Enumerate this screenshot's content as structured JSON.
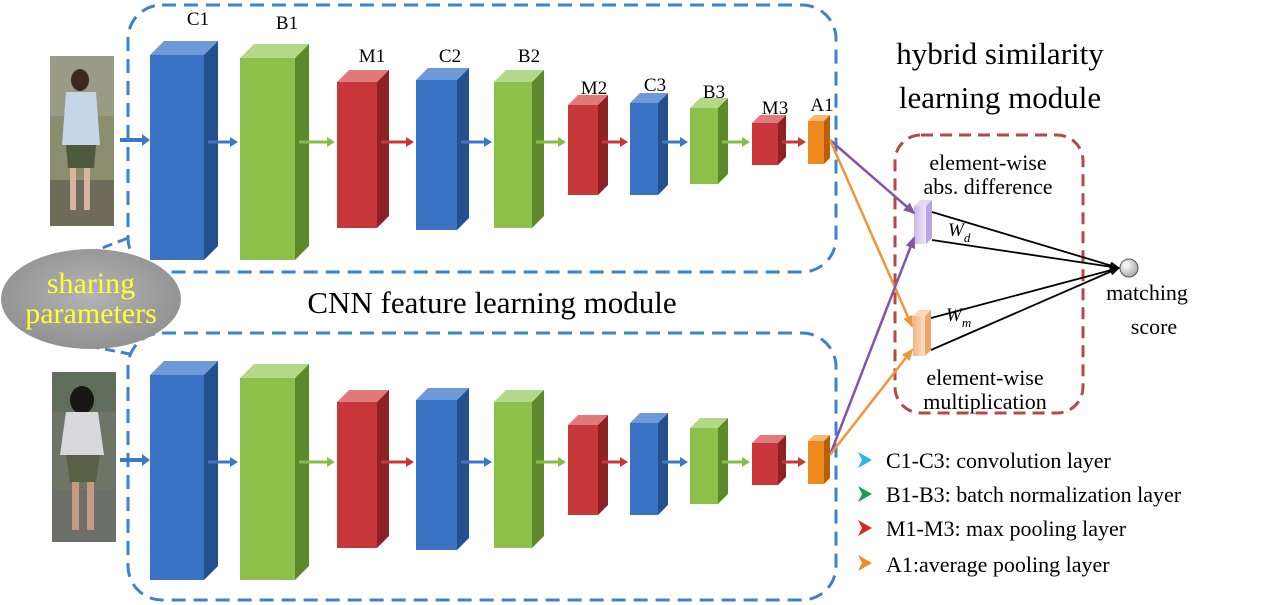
{
  "titles": {
    "hybrid_line1": "hybrid similarity",
    "hybrid_line2": "learning module",
    "cnn_module": "CNN feature learning module"
  },
  "sharing": {
    "line1": "sharing",
    "line2": "parameters"
  },
  "layer_labels": {
    "C1": "C1",
    "B1": "B1",
    "M1": "M1",
    "C2": "C2",
    "B2": "B2",
    "M2": "M2",
    "C3": "C3",
    "B3": "B3",
    "M3": "M3",
    "A1": "A1"
  },
  "similarity": {
    "diff_line1": "element-wise",
    "diff_line2": "abs. difference",
    "mult_line1": "element-wise",
    "mult_line2": "multiplication",
    "wd_base": "W",
    "wd_sub": "d",
    "wm_base": "W",
    "wm_sub": "m",
    "score_line1": "matching",
    "score_line2": "score"
  },
  "legend": [
    {
      "text": "C1-C3: convolution layer",
      "color": "#2fb4e8"
    },
    {
      "text": "B1-B3: batch normalization layer",
      "color": "#1a9e55"
    },
    {
      "text": "M1-M3: max pooling layer",
      "color": "#d62a2a"
    },
    {
      "text": "A1:average pooling layer",
      "color": "#ee8a2e"
    }
  ],
  "colors": {
    "conv": "#3a72c4",
    "bn": "#8cc04a",
    "pool": "#c8383a",
    "avg": "#ee8a1e",
    "dashed_blue": "#3f82cc",
    "dashed_red": "#b5484a",
    "diff_line": "#8255a8",
    "mult_line": "#f2953a"
  }
}
